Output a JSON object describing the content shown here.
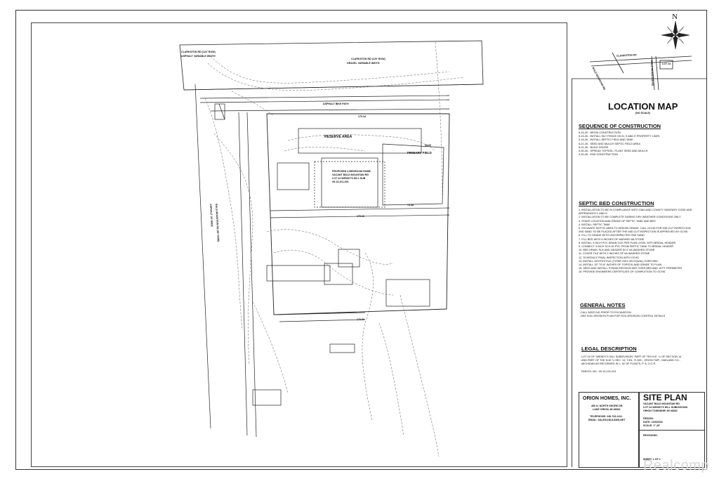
{
  "plan": {
    "road_north_1": "CLARKSTON RD (120' ROW)",
    "road_north_1_sub": "ASPHALT VARIABLE WIDTH",
    "road_north_2": "CLARKSTON RD (120' ROW)",
    "road_north_2_sub": "GRAVEL VARIABLE WIDTH",
    "bike_path": "ASPHALT BIKE PATH",
    "road_west": "BALD MOUNTAIN RD (60' ROW)",
    "road_west_sub": "ASPHALT 20' WIDE",
    "reserve_area": "RESERVE AREA",
    "primary_field": "PRIMARY FIELD",
    "house_label_1": "PROPOSED 4 BEDROOM HOME",
    "house_label_2": "VACANT BALD MOUNTAIN RD",
    "house_label_3": "LOT 24 WENDY'S HILL SUB",
    "house_label_4": "09-13-101-001",
    "dim_top": "170.34",
    "dim_mid": "170.16",
    "dim_bottom": "170.00",
    "dim_mid_2": "74.38",
    "dim_side": "30.00"
  },
  "location_map": {
    "compass": "N",
    "road_1": "CLARKSTON RD",
    "road_2": "BALD MOUNTAIN RD",
    "road_3": "BALD MOUNTAIN RD",
    "lot": "LOT 24",
    "title": "LOCATION MAP",
    "subtitle": "(NO SCALE)"
  },
  "sequence": {
    "title": "SEQUENCE OF CONSTRUCTION",
    "items": [
      "5-15-26 - BEGIN CONSTRUCTION",
      "5-15-26 - INSTALL SILT FENCE ON N, S AND E PROPERTY LINES",
      "5-15-26 - INSTALL SEPTIC FIELD AND TANK",
      "5-21-26 - SEED AND MULCH SEPTIC FIELD AREA",
      "6-01-26 - BUILD HOUSE",
      "9-30-26 - SPREAD TOPSOIL, PLANT SEED AND MULCH",
      "9-30-26 - END CONSTRUCTION"
    ]
  },
  "septic": {
    "title": "SEPTIC BED CONSTRUCTION",
    "items": [
      "1. INSTALLATION TO BE IN COMPLIANCE WITH OAKLAND COUNTY SANITARY CODE AND",
      "   APPENDICES C AND D",
      "2. INSTALLATION TO BE COMPLETE DURING DRY WEATHER CONDITIONS ONLY",
      "3. STAKE LOCATION AND GRADE OF SEPTIC TANK AND BED",
      "4. INSTALL SEPTIC TANK",
      "5. EXCAVATE SEPTIC AREA TO DESIGN GRADE. CALL OCHD FOR MID CUT INSPECTION",
      "2NS SAND TO BE PLACED AFTER THE MID CUT INSPECTION IS APPROVED BY OCHD",
      "6. FILL TO GRADE WITH UNCOMPACTED 2NS SAND",
      "7. FILL BED WITH 6 INCHES OF WASHED 6A STONE",
      "8. INSTALL 4 INCH PVC DRAIN TILE PER PLAN LEVEL WITH BRIDAL HEADER",
      "9. CONNECT 4 INCH SCH 40 PVC FROM SEPTIC TANK TO BRIDAL HEADER",
      "10. BED DRAIN TILE AND HEADER IN 4\" 6A WASHED STONE",
      "11. COVER TILE WITH 2 INCHES OF 6A WASHED STONE",
      "12. SCHEDULE FINAL INSPECTION WITH OCHD",
      "13. INSTALL GEOTEXTILE (TYPAR 3151 OR EQUAL) OVER BED",
      "14. INSTALL 15\" TO 8\" INCHES OF TOPSOIL AND GRADE TO PLAN",
      "15. SEED AND INSTALL STRAW EROSION MAT OVER BED AND 10 FT PERIMETER",
      "16. PROVIDE ENGINEERS CERTIFICATE OF COMPLETION TO OCHD"
    ]
  },
  "general": {
    "title": "GENERAL NOTES",
    "items": [
      "-CALL MISS DIG PRIOR TO EXCAVATION",
      "-SEE SOIL EROSION PLAN FOR SOIL EROSION CONTROL DETAILS"
    ]
  },
  "legal": {
    "title": "LEGAL DESCRIPTION",
    "items": [
      "LOT 24 OF \"WENDY'S HILL SUBDIVISION\" PART OF TEH N.E. ¼ OF SECTION 14",
      "AND PART OF THE N.W. ¼ SEC. 13, T.4N., R.10E., ORION TWP., OAKLAND CO.,",
      "MICHIGAN AS RECORDED IN L. 92 OF PLANTS, P. 6, O.C.R."
    ],
    "parcel": "PARCEL NO.: 09-13-101-001"
  },
  "company": {
    "name": "ORION HOMES, INC.",
    "address_1": "450 N. NORTH SHORE DR.",
    "address_2": "LAKE ORION, MI 48362",
    "phone": "TELEPHONE: 248-743-1411",
    "email": "EMAIL: SALES@MJLAWS.NET"
  },
  "title_block": {
    "title": "SITE PLAN",
    "line_1": "VACANT BALD MOUNTAIN RD",
    "line_2": "LOT 24 WENDY'S HILL SUBDIVISION",
    "line_3": "ORION TOWNSHIP, MI 48360",
    "design": "DESIGN:",
    "date": "DATE: 2/25/2026",
    "scale": "SCALE: 1\"-20'",
    "revisions": "REVISIONS:",
    "sheet": "SHEET: 1 OF 1"
  },
  "watermark": "Realcomp"
}
